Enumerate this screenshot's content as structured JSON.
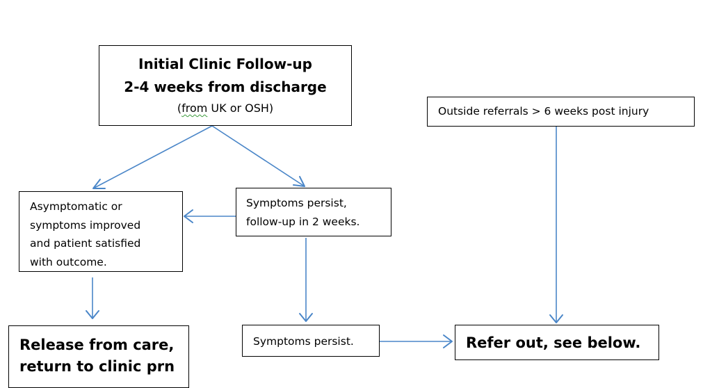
{
  "nodes": {
    "initial": {
      "line1": "Initial Clinic Follow-up",
      "line2": "2-4 weeks from discharge",
      "line3_open": "(",
      "line3_underlined": "from",
      "line3_rest": " UK or OSH)"
    },
    "outside_referrals": {
      "text": "Outside referrals > 6 weeks post injury"
    },
    "asymptomatic": {
      "lines": [
        "Asymptomatic or",
        "symptoms improved",
        "and patient satisfied",
        "with outcome."
      ]
    },
    "symptoms_persist_followup": {
      "lines": [
        "Symptoms persist,",
        "follow-up in 2 weeks."
      ]
    },
    "symptoms_persist": {
      "text": "Symptoms persist."
    },
    "release": {
      "lines": [
        "Release from care,",
        "return to clinic prn"
      ]
    },
    "refer_out": {
      "text": "Refer out, see below."
    }
  },
  "colors": {
    "arrow": "#4a86c8",
    "box_border": "#000000"
  },
  "edges": [
    {
      "from": "initial",
      "to": "asymptomatic"
    },
    {
      "from": "initial",
      "to": "symptoms_persist_followup"
    },
    {
      "from": "symptoms_persist_followup",
      "to": "asymptomatic"
    },
    {
      "from": "asymptomatic",
      "to": "release"
    },
    {
      "from": "symptoms_persist_followup",
      "to": "symptoms_persist"
    },
    {
      "from": "symptoms_persist",
      "to": "refer_out"
    },
    {
      "from": "outside_referrals",
      "to": "refer_out"
    }
  ]
}
